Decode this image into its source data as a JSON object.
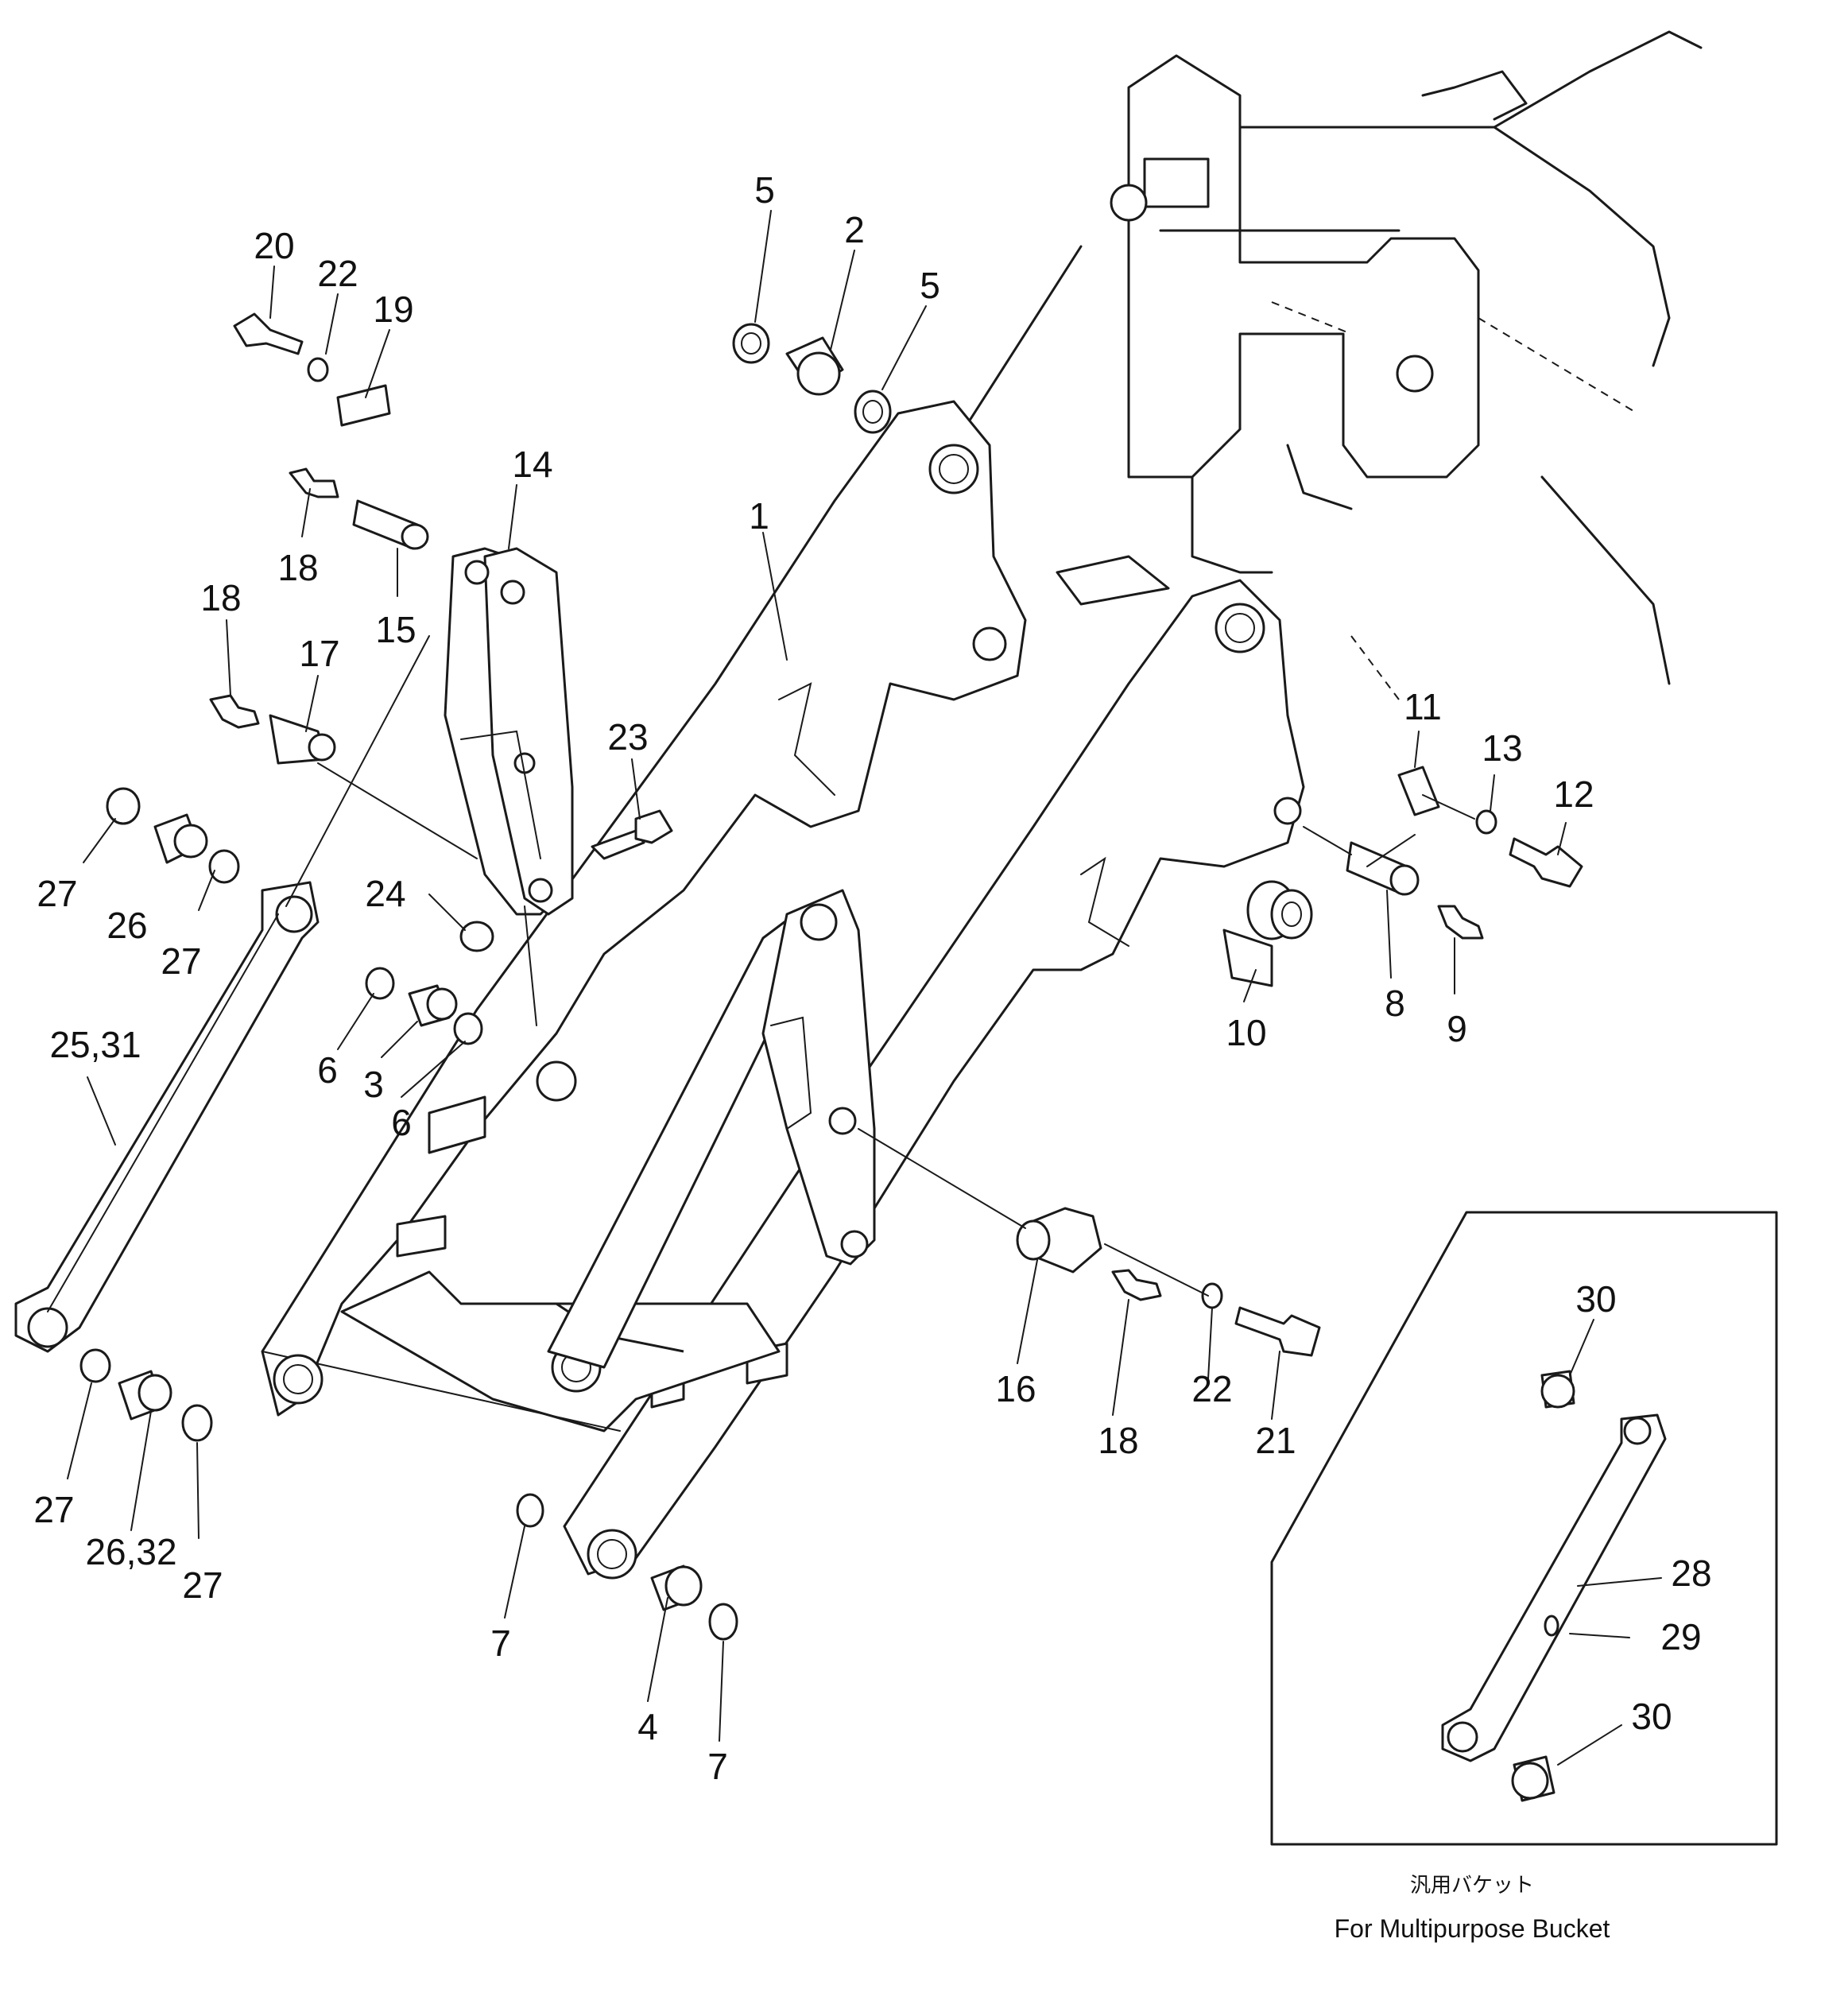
{
  "callouts": [
    {
      "id": "c-5a",
      "text": "5"
    },
    {
      "id": "c-2",
      "text": "2"
    },
    {
      "id": "c-5b",
      "text": "5"
    },
    {
      "id": "c-20",
      "text": "20"
    },
    {
      "id": "c-22a",
      "text": "22"
    },
    {
      "id": "c-19",
      "text": "19"
    },
    {
      "id": "c-14",
      "text": "14"
    },
    {
      "id": "c-18a",
      "text": "18"
    },
    {
      "id": "c-15",
      "text": "15"
    },
    {
      "id": "c-1",
      "text": "1"
    },
    {
      "id": "c-18b",
      "text": "18"
    },
    {
      "id": "c-17",
      "text": "17"
    },
    {
      "id": "c-23",
      "text": "23"
    },
    {
      "id": "c-11",
      "text": "11"
    },
    {
      "id": "c-13",
      "text": "13"
    },
    {
      "id": "c-12",
      "text": "12"
    },
    {
      "id": "c-27a",
      "text": "27"
    },
    {
      "id": "c-26a",
      "text": "26"
    },
    {
      "id": "c-27b",
      "text": "27"
    },
    {
      "id": "c-24",
      "text": "24"
    },
    {
      "id": "c-10",
      "text": "10"
    },
    {
      "id": "c-8",
      "text": "8"
    },
    {
      "id": "c-9",
      "text": "9"
    },
    {
      "id": "c-6a",
      "text": "6"
    },
    {
      "id": "c-3",
      "text": "3"
    },
    {
      "id": "c-6b",
      "text": "6"
    },
    {
      "id": "c-25-31",
      "text": "25,31"
    },
    {
      "id": "c-16",
      "text": "16"
    },
    {
      "id": "c-18c",
      "text": "18"
    },
    {
      "id": "c-22b",
      "text": "22"
    },
    {
      "id": "c-21",
      "text": "21"
    },
    {
      "id": "c-27c",
      "text": "27"
    },
    {
      "id": "c-26-32",
      "text": "26,32"
    },
    {
      "id": "c-27d",
      "text": "27"
    },
    {
      "id": "c-7a",
      "text": "7"
    },
    {
      "id": "c-4",
      "text": "4"
    },
    {
      "id": "c-7b",
      "text": "7"
    },
    {
      "id": "c-30a",
      "text": "30"
    },
    {
      "id": "c-28",
      "text": "28"
    },
    {
      "id": "c-29",
      "text": "29"
    },
    {
      "id": "c-30b",
      "text": "30"
    }
  ],
  "inset": {
    "caption_jp": "汎用バケット",
    "caption_en": "For Multipurpose Bucket"
  }
}
